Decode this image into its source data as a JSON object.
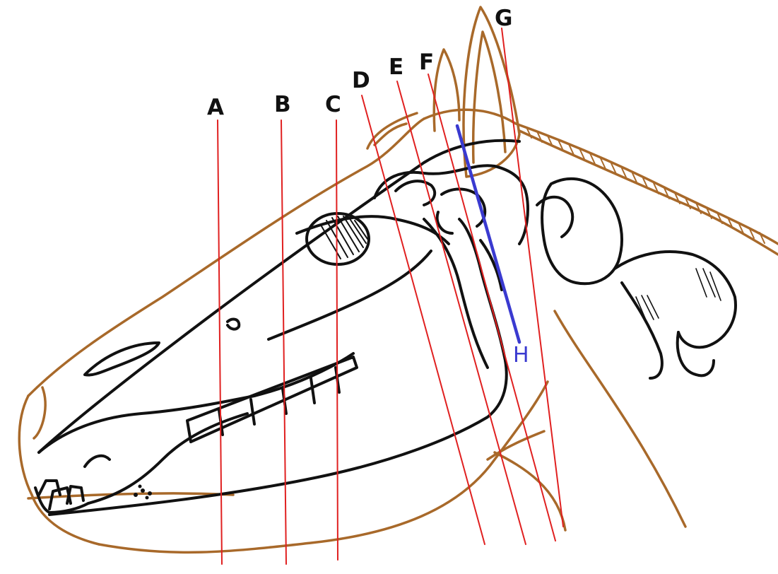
{
  "colors": {
    "outline": "#a8692a",
    "bone": "#111111",
    "cut_line": "#e02020",
    "h_line": "#3a3ad0",
    "label": "#111111"
  },
  "labels": {
    "a": "A",
    "b": "B",
    "c": "C",
    "d": "D",
    "e": "E",
    "f": "F",
    "g": "G",
    "h": "H"
  }
}
